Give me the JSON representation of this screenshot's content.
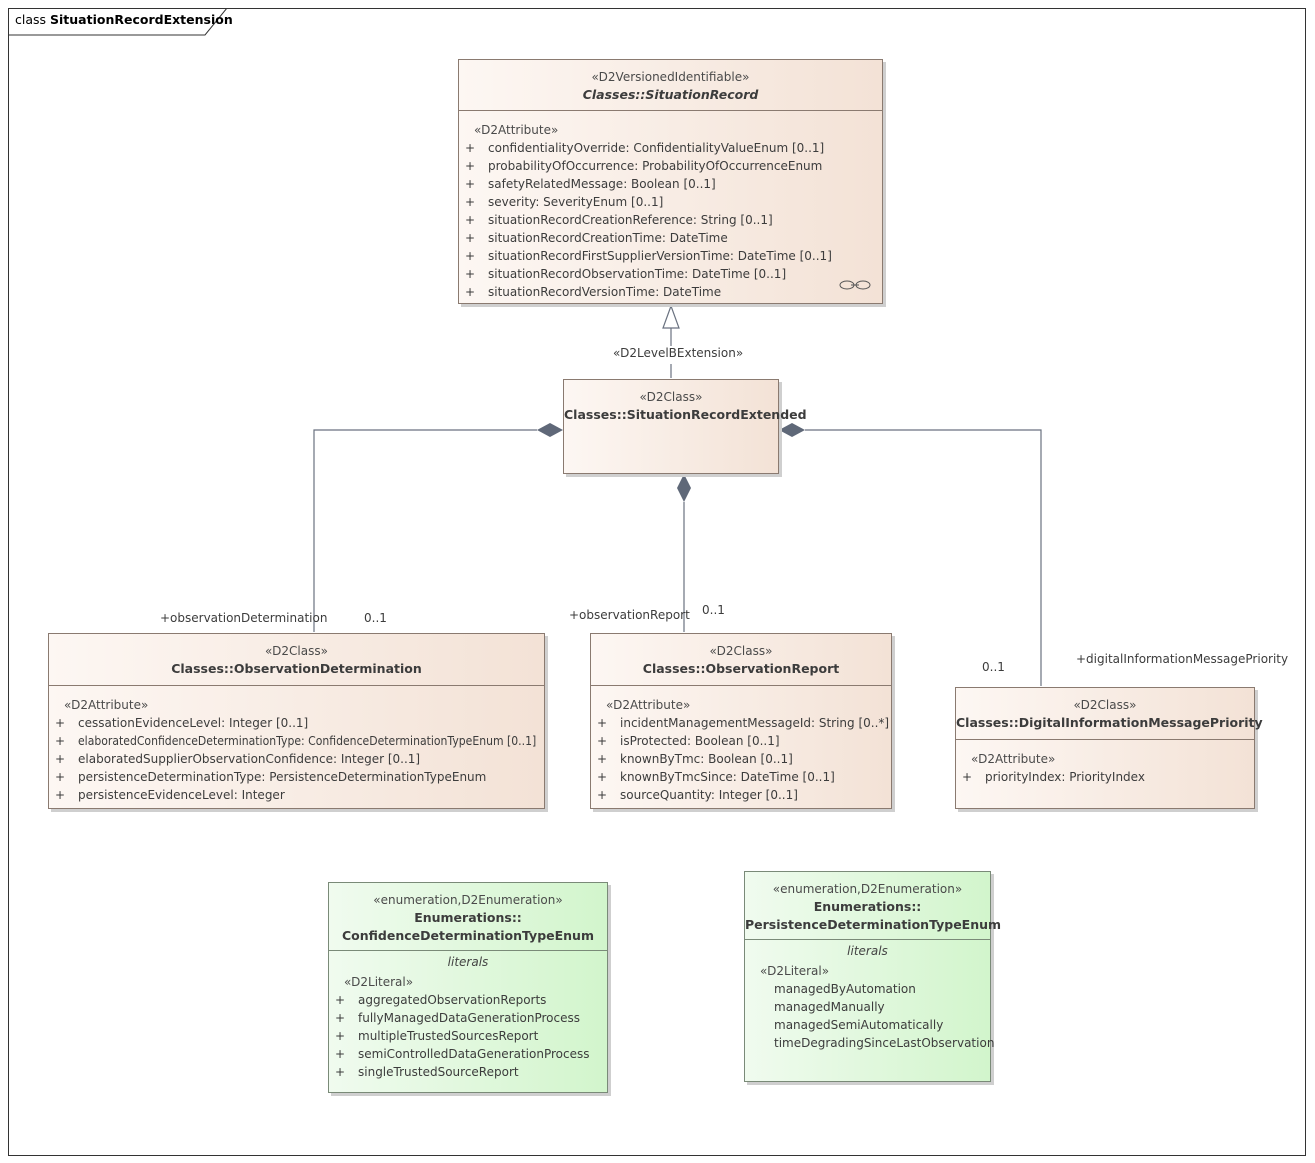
{
  "frame": {
    "keyword": "class",
    "name": "SituationRecordExtension"
  },
  "classes": {
    "situation_record": {
      "stereotype": "«D2VersionedIdentifiable»",
      "name": "Classes::SituationRecord",
      "group": "«D2Attribute»",
      "attributes": [
        {
          "vis": "+",
          "text": "confidentialityOverride: ConfidentialityValueEnum [0..1]"
        },
        {
          "vis": "+",
          "text": "probabilityOfOccurrence: ProbabilityOfOccurrenceEnum"
        },
        {
          "vis": "+",
          "text": "safetyRelatedMessage: Boolean [0..1]"
        },
        {
          "vis": "+",
          "text": "severity: SeverityEnum [0..1]"
        },
        {
          "vis": "+",
          "text": "situationRecordCreationReference: String [0..1]"
        },
        {
          "vis": "+",
          "text": "situationRecordCreationTime: DateTime"
        },
        {
          "vis": "+",
          "text": "situationRecordFirstSupplierVersionTime: DateTime [0..1]"
        },
        {
          "vis": "+",
          "text": "situationRecordObservationTime: DateTime [0..1]"
        },
        {
          "vis": "+",
          "text": "situationRecordVersionTime: DateTime"
        }
      ]
    },
    "situation_record_extended": {
      "stereotype": "«D2Class»",
      "name": "Classes::SituationRecordExtended"
    },
    "observation_determination": {
      "stereotype": "«D2Class»",
      "name": "Classes::ObservationDetermination",
      "group": "«D2Attribute»",
      "attributes": [
        {
          "vis": "+",
          "text": "cessationEvidenceLevel: Integer [0..1]"
        },
        {
          "vis": "+",
          "text": "elaboratedConfidenceDeterminationType: ConfidenceDeterminationTypeEnum [0..1]"
        },
        {
          "vis": "+",
          "text": "elaboratedSupplierObservationConfidence: Integer [0..1]"
        },
        {
          "vis": "+",
          "text": "persistenceDeterminationType: PersistenceDeterminationTypeEnum"
        },
        {
          "vis": "+",
          "text": "persistenceEvidenceLevel: Integer"
        }
      ]
    },
    "observation_report": {
      "stereotype": "«D2Class»",
      "name": "Classes::ObservationReport",
      "group": "«D2Attribute»",
      "attributes": [
        {
          "vis": "+",
          "text": "incidentManagementMessageId: String [0..*]"
        },
        {
          "vis": "+",
          "text": "isProtected: Boolean [0..1]"
        },
        {
          "vis": "+",
          "text": "knownByTmc: Boolean [0..1]"
        },
        {
          "vis": "+",
          "text": "knownByTmcSince: DateTime [0..1]"
        },
        {
          "vis": "+",
          "text": "sourceQuantity: Integer [0..1]"
        }
      ]
    },
    "digital_information_message_priority": {
      "stereotype": "«D2Class»",
      "name": "Classes::DigitalInformationMessagePriority",
      "group": "«D2Attribute»",
      "attributes": [
        {
          "vis": "+",
          "text": "priorityIndex: PriorityIndex"
        }
      ]
    }
  },
  "enumerations": {
    "confidence_determination": {
      "stereotype": "«enumeration,D2Enumeration»",
      "name_line1": "Enumerations::",
      "name_line2": "ConfidenceDeterminationTypeEnum",
      "section": "literals",
      "group": "«D2Literal»",
      "literals": [
        {
          "vis": "+",
          "text": "aggregatedObservationReports"
        },
        {
          "vis": "+",
          "text": "fullyManagedDataGenerationProcess"
        },
        {
          "vis": "+",
          "text": "multipleTrustedSourcesReport"
        },
        {
          "vis": "+",
          "text": "semiControlledDataGenerationProcess"
        },
        {
          "vis": "+",
          "text": "singleTrustedSourceReport"
        }
      ]
    },
    "persistence_determination": {
      "stereotype": "«enumeration,D2Enumeration»",
      "name_line1": "Enumerations::",
      "name_line2": "PersistenceDeterminationTypeEnum",
      "section": "literals",
      "group": "«D2Literal»",
      "literals": [
        "managedByAutomation",
        "managedManually",
        "managedSemiAutomatically",
        "timeDegradingSinceLastObservation"
      ]
    }
  },
  "connectors": {
    "generalization_stereotype": "«D2LevelBExtension»",
    "observation_determination_role": "+observationDetermination",
    "observation_determination_mult": "0..1",
    "observation_report_role": "+observationReport",
    "observation_report_mult": "0..1",
    "digital_priority_role": "+digitalInformationMessagePriority",
    "digital_priority_mult": "0..1"
  }
}
